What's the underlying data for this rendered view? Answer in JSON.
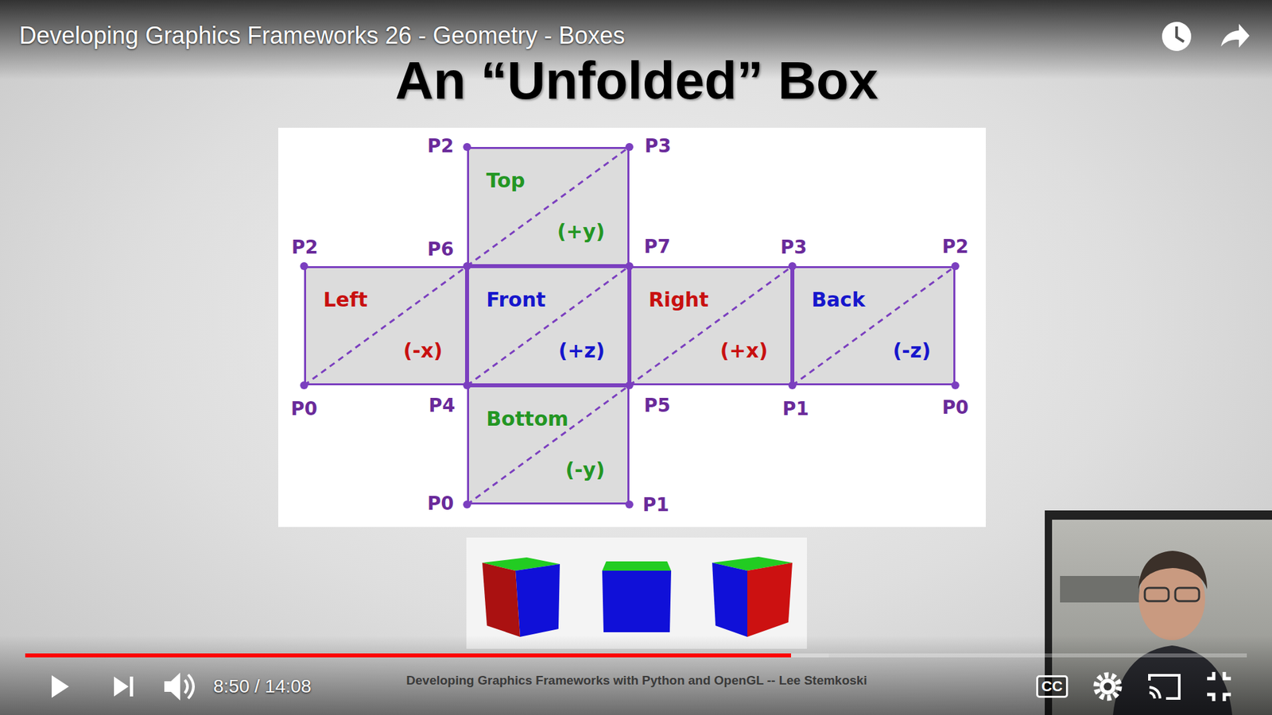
{
  "diagram": {
    "title": "An “Unfolded” Box",
    "nodes": [
      {
        "text": [
          "Top",
          "(+y)"
        ]
      },
      {
        "text": [
          "Left",
          "(-x)"
        ]
      },
      {
        "text": [
          "Front",
          "(+z)"
        ]
      },
      {
        "text": [
          "Right",
          "(+x)"
        ]
      },
      {
        "text": [
          "Back",
          "(-z)"
        ]
      },
      {
        "text": [
          "Bottom",
          "(-y)"
        ]
      }
    ],
    "labels": [
      "Developing Graphics Frameworks 26 - Geometry - Boxes",
      "P2",
      "P3",
      "P2",
      "P6",
      "P7",
      "P3",
      "P2",
      "P0",
      "P4",
      "P5",
      "P1",
      "P0",
      "P0",
      "P1",
      "8:50 / 14:08",
      "Developing Graphics Frameworks with Python and OpenGL -- Lee Stemkoski",
      "CC"
    ]
  }
}
